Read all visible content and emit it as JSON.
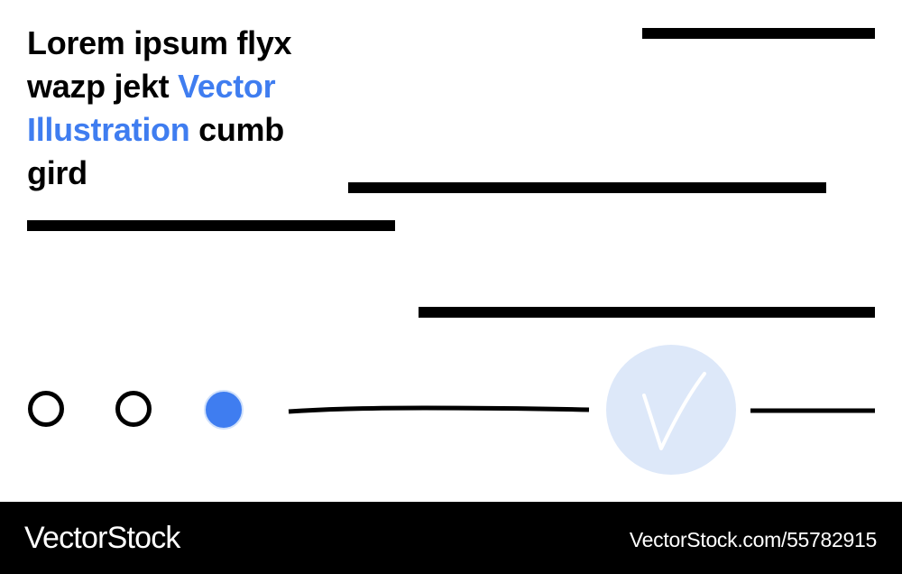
{
  "headline": {
    "part1": "Lorem ipsum flyx wazp jekt ",
    "accent": "Vector Illustration",
    "part2": " cumb gird"
  },
  "progress": {
    "steps_total": 3,
    "active_step": 3
  },
  "check_icon": "checkmark-icon",
  "colors": {
    "accent": "#3f7df0",
    "accent_light": "#dde8f9",
    "ink": "#000000",
    "background": "#ffffff"
  },
  "footer": {
    "brand": "VectorStock",
    "id": "VectorStock.com/55782915"
  }
}
